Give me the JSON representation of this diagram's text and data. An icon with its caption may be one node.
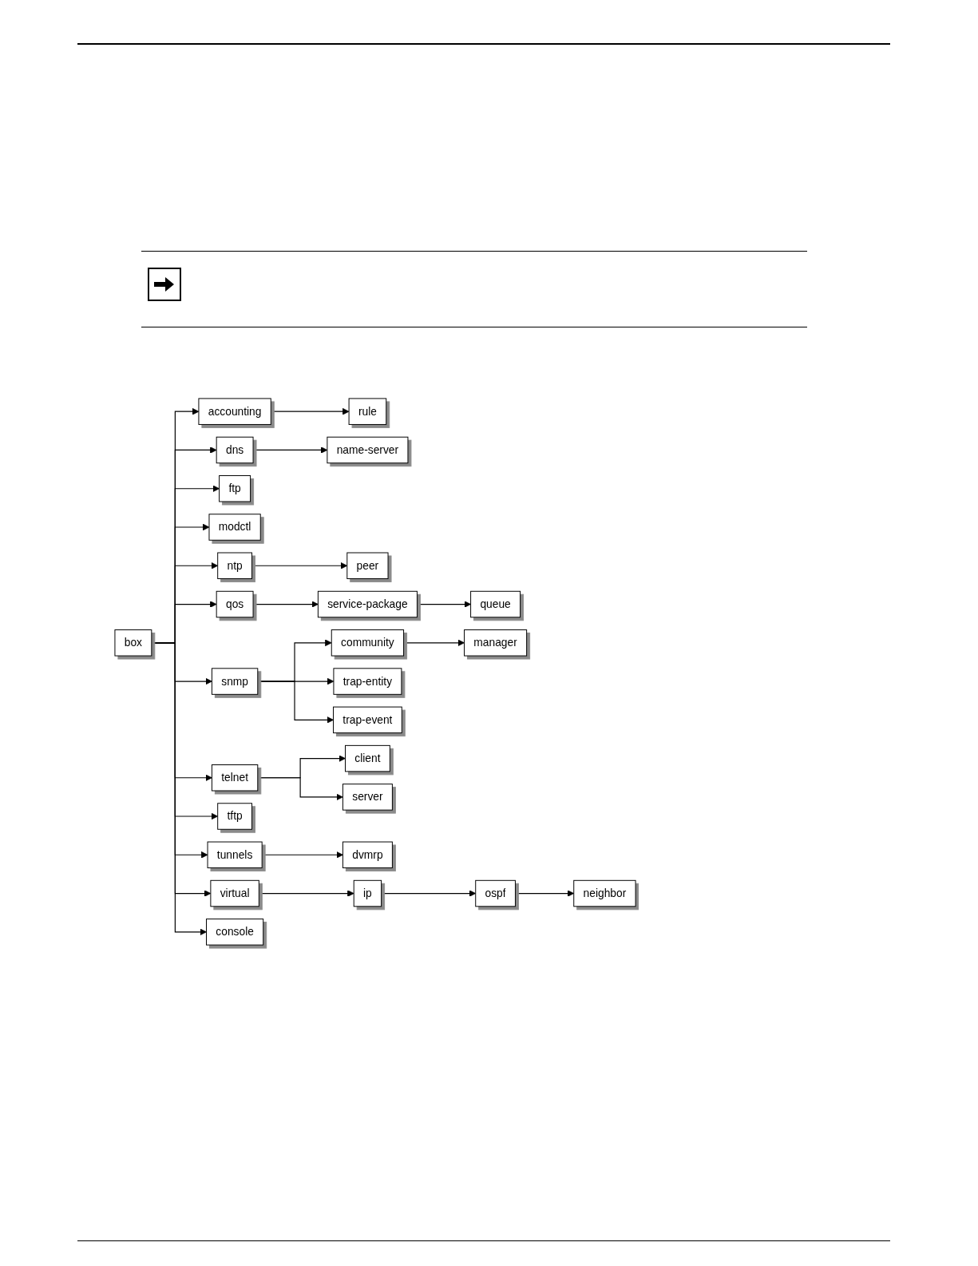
{
  "diagram": {
    "nodes": [
      {
        "text": [
          "box"
        ]
      },
      {
        "text": [
          "accounting"
        ]
      },
      {
        "text": [
          "rule"
        ]
      },
      {
        "text": [
          "dns"
        ]
      },
      {
        "text": [
          "name-server"
        ]
      },
      {
        "text": [
          "ftp"
        ]
      },
      {
        "text": [
          "modctl"
        ]
      },
      {
        "text": [
          "ntp"
        ]
      },
      {
        "text": [
          "peer"
        ]
      },
      {
        "text": [
          "qos"
        ]
      },
      {
        "text": [
          "service-package"
        ]
      },
      {
        "text": [
          "queue"
        ]
      },
      {
        "text": [
          "snmp"
        ]
      },
      {
        "text": [
          "community"
        ]
      },
      {
        "text": [
          "manager"
        ]
      },
      {
        "text": [
          "trap-entity"
        ]
      },
      {
        "text": [
          "trap-event"
        ]
      },
      {
        "text": [
          "telnet"
        ]
      },
      {
        "text": [
          "client"
        ]
      },
      {
        "text": [
          "server"
        ]
      },
      {
        "text": [
          "tftp"
        ]
      },
      {
        "text": [
          "tunnels"
        ]
      },
      {
        "text": [
          "dvmrp"
        ]
      },
      {
        "text": [
          "virtual"
        ]
      },
      {
        "text": [
          "ip"
        ]
      },
      {
        "text": [
          "ospf"
        ]
      },
      {
        "text": [
          "neighbor"
        ]
      },
      {
        "text": [
          "console"
        ]
      }
    ],
    "edges": [
      {
        "from": 0,
        "to": 1,
        "arrow": "to"
      },
      {
        "from": 1,
        "to": 2,
        "arrow": "to"
      },
      {
        "from": 0,
        "to": 3,
        "arrow": "to"
      },
      {
        "from": 3,
        "to": 4,
        "arrow": "to"
      },
      {
        "from": 0,
        "to": 5,
        "arrow": "to"
      },
      {
        "from": 0,
        "to": 6,
        "arrow": "to"
      },
      {
        "from": 0,
        "to": 7,
        "arrow": "to"
      },
      {
        "from": 7,
        "to": 8,
        "arrow": "to"
      },
      {
        "from": 0,
        "to": 9,
        "arrow": "to"
      },
      {
        "from": 9,
        "to": 10,
        "arrow": "to"
      },
      {
        "from": 10,
        "to": 11,
        "arrow": "to"
      },
      {
        "from": 0,
        "to": 12,
        "arrow": "to"
      },
      {
        "from": 12,
        "to": 13,
        "arrow": "to"
      },
      {
        "from": 13,
        "to": 14,
        "arrow": "to"
      },
      {
        "from": 12,
        "to": 15,
        "arrow": "to"
      },
      {
        "from": 12,
        "to": 16,
        "arrow": "to"
      },
      {
        "from": 0,
        "to": 17,
        "arrow": "to"
      },
      {
        "from": 17,
        "to": 18,
        "arrow": "to"
      },
      {
        "from": 17,
        "to": 19,
        "arrow": "to"
      },
      {
        "from": 0,
        "to": 20,
        "arrow": "to"
      },
      {
        "from": 0,
        "to": 21,
        "arrow": "to"
      },
      {
        "from": 21,
        "to": 22,
        "arrow": "to"
      },
      {
        "from": 0,
        "to": 23,
        "arrow": "to"
      },
      {
        "from": 23,
        "to": 24,
        "arrow": "to"
      },
      {
        "from": 24,
        "to": 25,
        "arrow": "to"
      },
      {
        "from": 25,
        "to": 26,
        "arrow": "to"
      },
      {
        "from": 0,
        "to": 27,
        "arrow": "to"
      }
    ]
  }
}
